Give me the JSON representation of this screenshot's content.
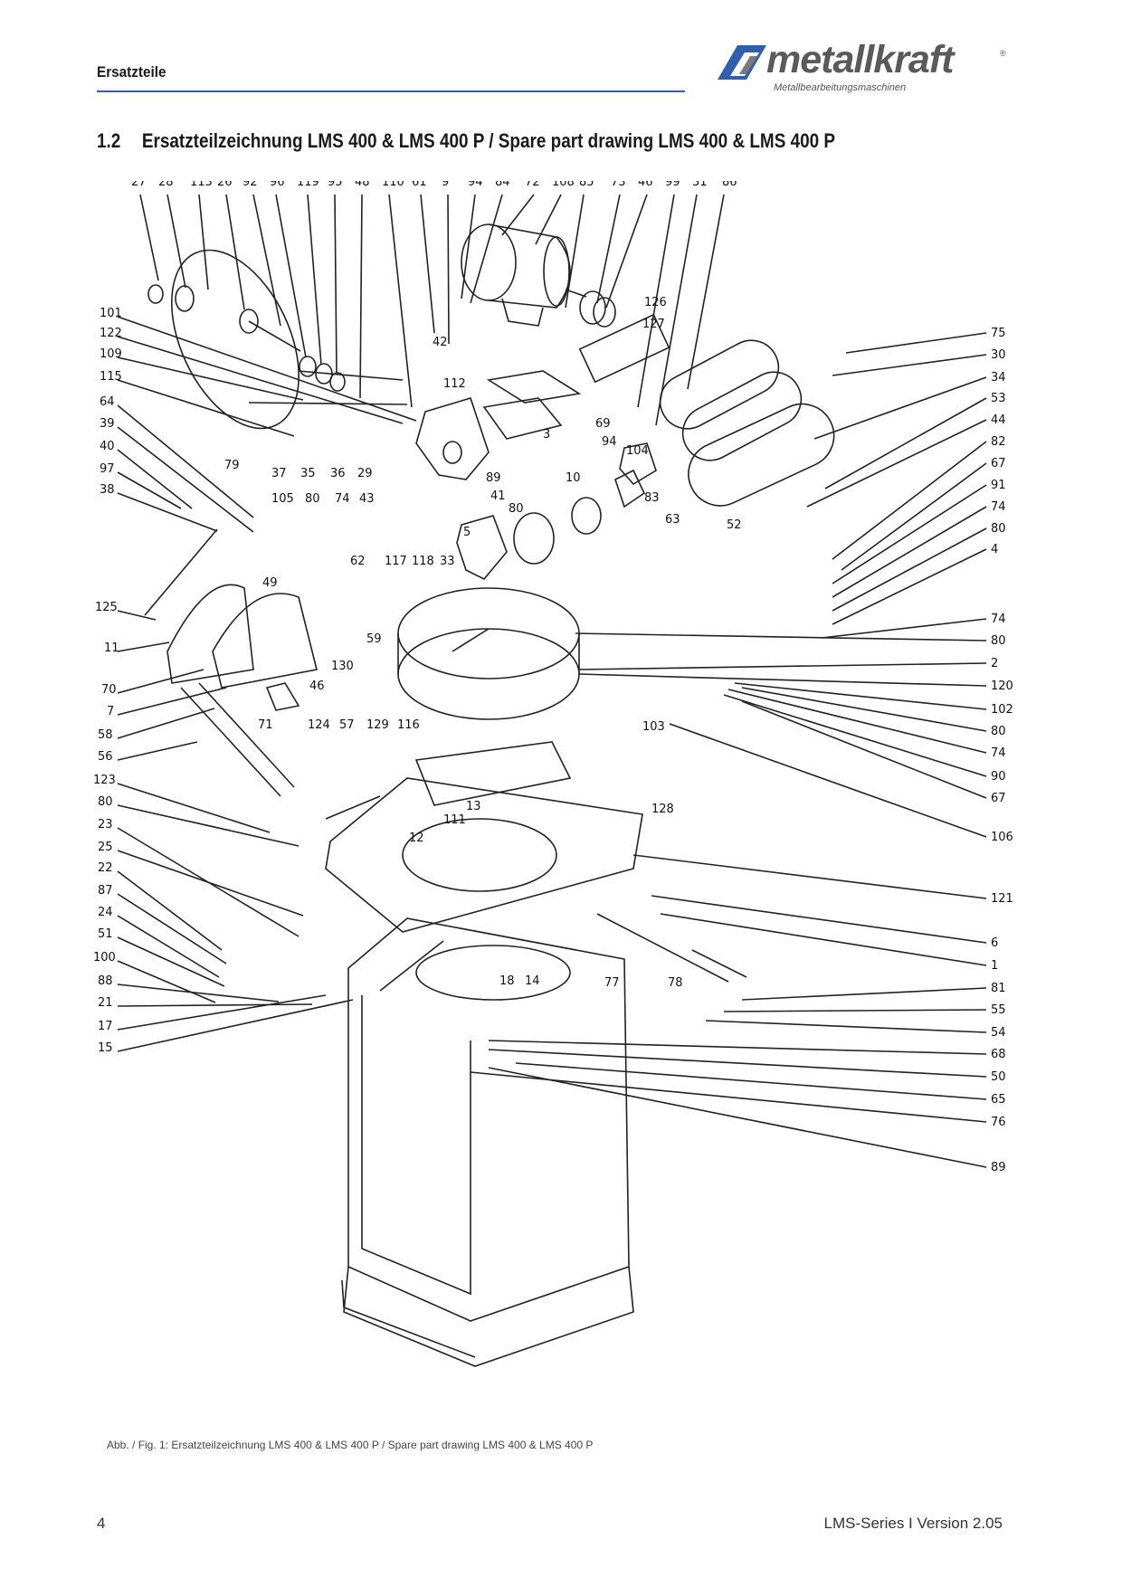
{
  "header": {
    "section_label": "Ersatzteile",
    "logo_text": "metallkraft",
    "logo_registered": "®",
    "logo_subtitle": "Metallbearbeitungsmaschinen",
    "accent_color": "#2f5fae"
  },
  "heading": {
    "number": "1.2",
    "text": "Ersatzteilzeichnung LMS 400 & LMS 400 P / Spare part drawing LMS 400 & LMS 400 P"
  },
  "drawing": {
    "top_numbers": [
      "27",
      "28",
      "113",
      "26",
      "92",
      "96",
      "119",
      "95",
      "48",
      "110",
      "61",
      "9",
      "94",
      "84",
      "72",
      "108",
      "85",
      "73",
      "46",
      "99",
      "31",
      "86"
    ],
    "left_numbers": [
      "101",
      "122",
      "109",
      "115",
      "64",
      "39",
      "40",
      "97",
      "38",
      "125",
      "11",
      "70",
      "7",
      "58",
      "56",
      "123",
      "80",
      "23",
      "25",
      "22",
      "87",
      "24",
      "51",
      "100",
      "88",
      "21",
      "17",
      "15"
    ],
    "right_numbers": [
      "75",
      "30",
      "34",
      "53",
      "44",
      "82",
      "67",
      "91",
      "74",
      "80",
      "4",
      "74",
      "80",
      "2",
      "120",
      "102",
      "80",
      "74",
      "90",
      "67",
      "106",
      "121",
      "6",
      "1",
      "81",
      "55",
      "54",
      "68",
      "50",
      "65",
      "76",
      "89"
    ],
    "inner_numbers": [
      "126",
      "127",
      "42",
      "112",
      "3",
      "69",
      "104",
      "94",
      "10",
      "83",
      "63",
      "52",
      "79",
      "37",
      "35",
      "36",
      "29",
      "89",
      "41",
      "105",
      "80",
      "74",
      "43",
      "5",
      "80",
      "62",
      "117",
      "118",
      "33",
      "49",
      "59",
      "130",
      "46",
      "71",
      "124",
      "57",
      "129",
      "116",
      "103",
      "128",
      "13",
      "111",
      "12",
      "18",
      "14",
      "77",
      "78"
    ]
  },
  "caption": "Abb. / Fig. 1: Ersatzteilzeichnung LMS 400 & LMS 400 P / Spare part drawing LMS 400 & LMS 400 P",
  "footer": {
    "page_number": "4",
    "version": "LMS-Series I Version 2.05"
  }
}
